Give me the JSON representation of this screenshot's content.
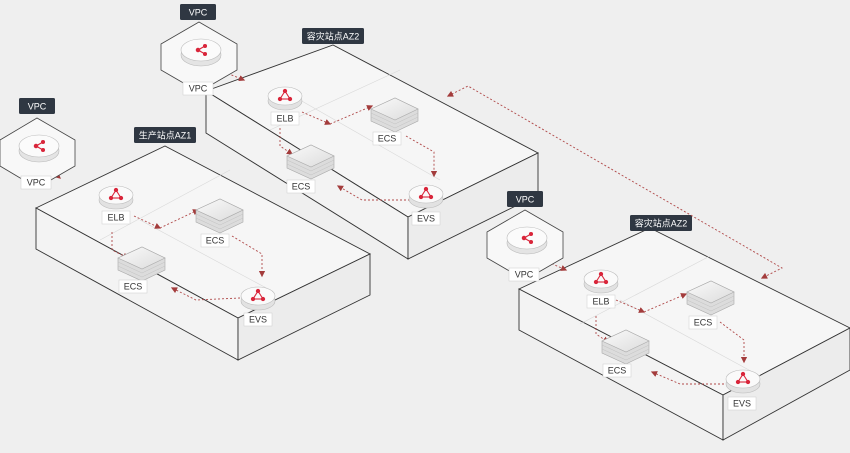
{
  "colors": {
    "background": "#efefef",
    "tag_bg": "#2f3742",
    "accent_red": "#d9263b",
    "flow_line": "#b04a4a",
    "platform_stroke": "#333333"
  },
  "zones": [
    {
      "id": "prod",
      "title": "生产站点AZ1"
    },
    {
      "id": "dr1",
      "title": "容灾站点AZ2"
    },
    {
      "id": "dr2",
      "title": "容灾站点AZ2"
    }
  ],
  "vpcs": [
    {
      "tag": "VPC",
      "label": "VPC"
    },
    {
      "tag": "VPC",
      "label": "VPC"
    },
    {
      "tag": "VPC",
      "label": "VPC"
    }
  ],
  "nodes": {
    "elb": "ELB",
    "ecs": "ECS",
    "evs": "EVS"
  },
  "icons": [
    "vpc-cloud-icon",
    "elb-icon",
    "ecs-server-icon",
    "evs-disk-icon"
  ]
}
